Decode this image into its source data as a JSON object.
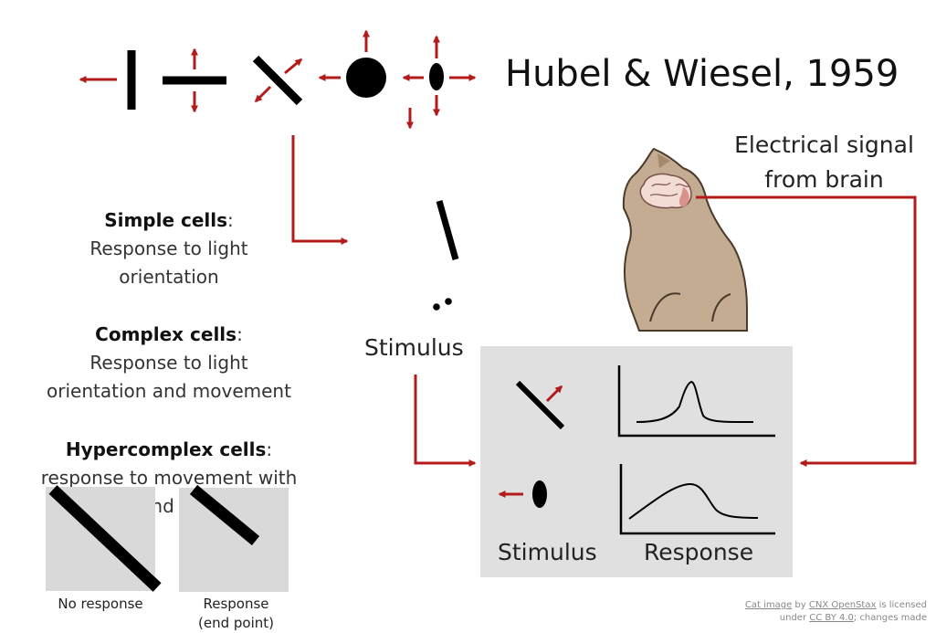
{
  "title": "Hubel & Wiesel, 1959",
  "electrical_signal": {
    "line1": "Electrical signal",
    "line2": "from brain"
  },
  "cells": [
    {
      "name": "Simple cells",
      "colon": ":",
      "desc1": "Response to light",
      "desc2": "orientation"
    },
    {
      "name": "Complex cells",
      "colon": ":",
      "desc1": "Response to light",
      "desc2": "orientation and movement"
    },
    {
      "name": "Hypercomplex cells",
      "colon": ":",
      "desc1": "response to movement with",
      "desc2": "an end point"
    }
  ],
  "stimulus_label": "Stimulus",
  "panel": {
    "stimulus_label": "Stimulus",
    "response_label": "Response"
  },
  "examples": [
    {
      "label1": "No response",
      "label2": ""
    },
    {
      "label1": "Response",
      "label2": "(end point)"
    }
  ],
  "credit": {
    "link1": "Cat image",
    "t1": " by ",
    "link2": "CNX OpenStax",
    "t2": " is licensed",
    "t3": "under ",
    "link3": "CC BY 4.0",
    "t4": "; changes made"
  },
  "colors": {
    "arrow_red": "#b31b1b",
    "panel_gray": "#e0e0e0",
    "cat_fur": "#c4ac92",
    "stroke_black": "#000000"
  }
}
